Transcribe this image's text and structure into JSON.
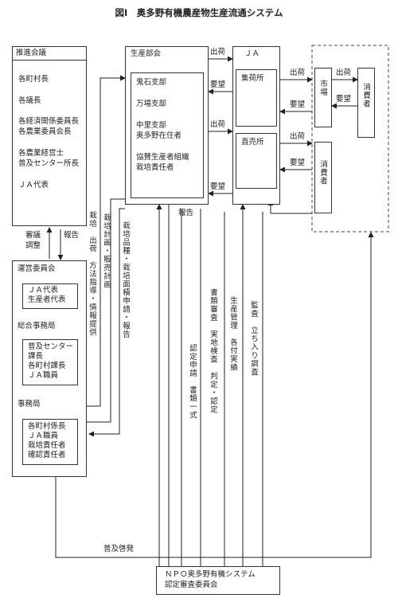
{
  "title": "図Ⅰ　奥多野有機農産物生産流通システム",
  "suishin": {
    "header": "推進会議",
    "members": [
      "各町村長",
      "各議長",
      "各経済関係委員長",
      "各農業委員会長",
      "各農業経営士",
      "普及センター所長",
      "ＪＡ代表"
    ]
  },
  "unei": {
    "header": "運営委員会",
    "box1": [
      "ＪＡ代表",
      "生産者代表"
    ],
    "sogo": "総合事務局",
    "box2": [
      "普及センター",
      "課長",
      "各町村課長",
      "ＪＡ職員"
    ],
    "jimu": "事務局",
    "box3": [
      "各町村係長",
      "ＪＡ職員",
      "栽培責任者",
      "確認責任者"
    ]
  },
  "seisan": {
    "header": "生産部会",
    "members": [
      "鬼石支部",
      "万場支部",
      "中里支部",
      "奥多野在住者",
      "協賛生産者組織",
      "栽培責任者"
    ]
  },
  "ja": {
    "header": "ＪＡ",
    "shuka": "集荷所",
    "chokubai": "直売所"
  },
  "market": {
    "shijo": "市場",
    "shohisha": "消費者",
    "shohisha2": "消費者"
  },
  "npo": {
    "line1": "ＮＰＯ奥多野有機システム",
    "line2": "認定審査委員会"
  },
  "labels": {
    "shinni": "審議",
    "chosei": "調整",
    "hokoku": "報告",
    "shukka": "出荷",
    "yobo": "要望",
    "fukyu": "普及啓発",
    "col1": "栽培　出荷　方法指導・情報提供",
    "col2": "栽培計画・販売計画",
    "col3": "栽培品種・栽培面積申請・報告",
    "nintei": "認定申請　書類一式",
    "shorui": "書類審査　実地検査　判定・認定",
    "seisankanri": "生産管理　各付実績",
    "kansa": "監査　立ち入り調査"
  }
}
